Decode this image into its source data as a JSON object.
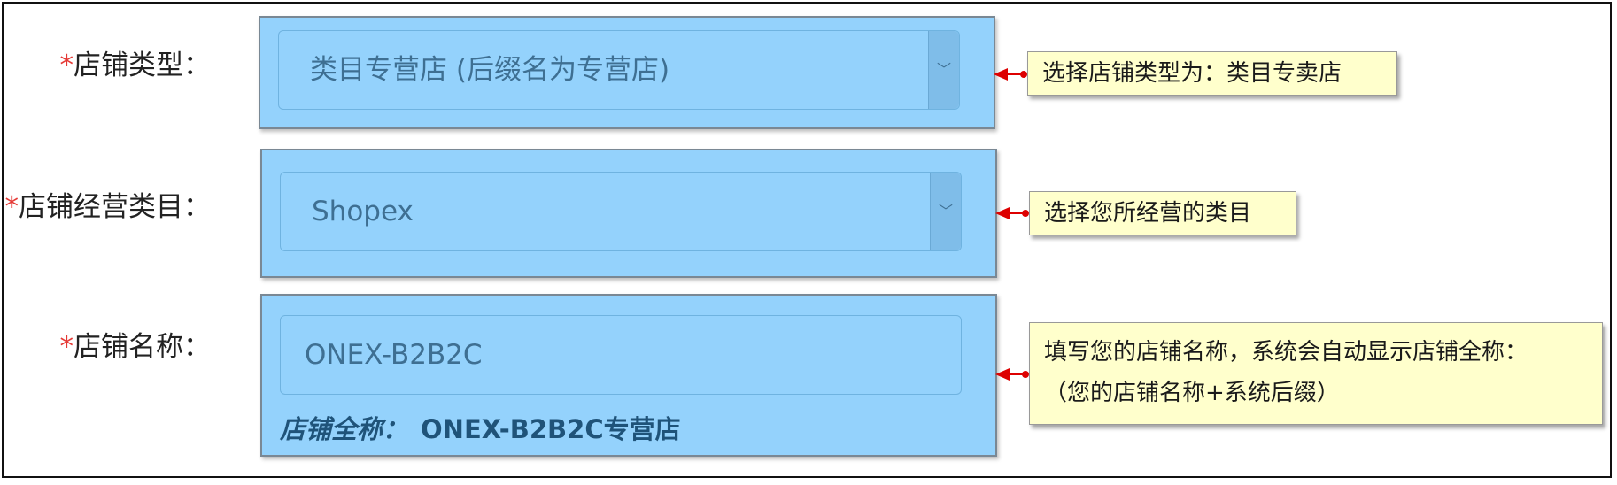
{
  "fields": [
    {
      "required_mark": "*",
      "label": "店铺类型：",
      "control": "select",
      "value": "类目专营店 (后缀名为专营店)",
      "arrow_icon": "chevron-down-icon",
      "callout": "选择店铺类型为：类目专卖店"
    },
    {
      "required_mark": "*",
      "label": "店铺经营类目：",
      "control": "select",
      "value": "Shopex",
      "arrow_icon": "chevron-down-icon",
      "callout": "选择您所经营的类目"
    },
    {
      "required_mark": "*",
      "label": "店铺名称：",
      "control": "input",
      "value": "ONEX-B2B2C",
      "full_name_label": "店铺全称：",
      "full_name_value": "ONEX-B2B2C专营店",
      "callout_line1": "填写您的店铺名称，系统会自动显示店铺全称：",
      "callout_line2": "（您的店铺名称+系统后缀）"
    }
  ],
  "colors": {
    "highlight": "#94d2fc",
    "callout_bg": "#ffffcc",
    "required": "#e53935",
    "arrow": "#dd0000"
  }
}
